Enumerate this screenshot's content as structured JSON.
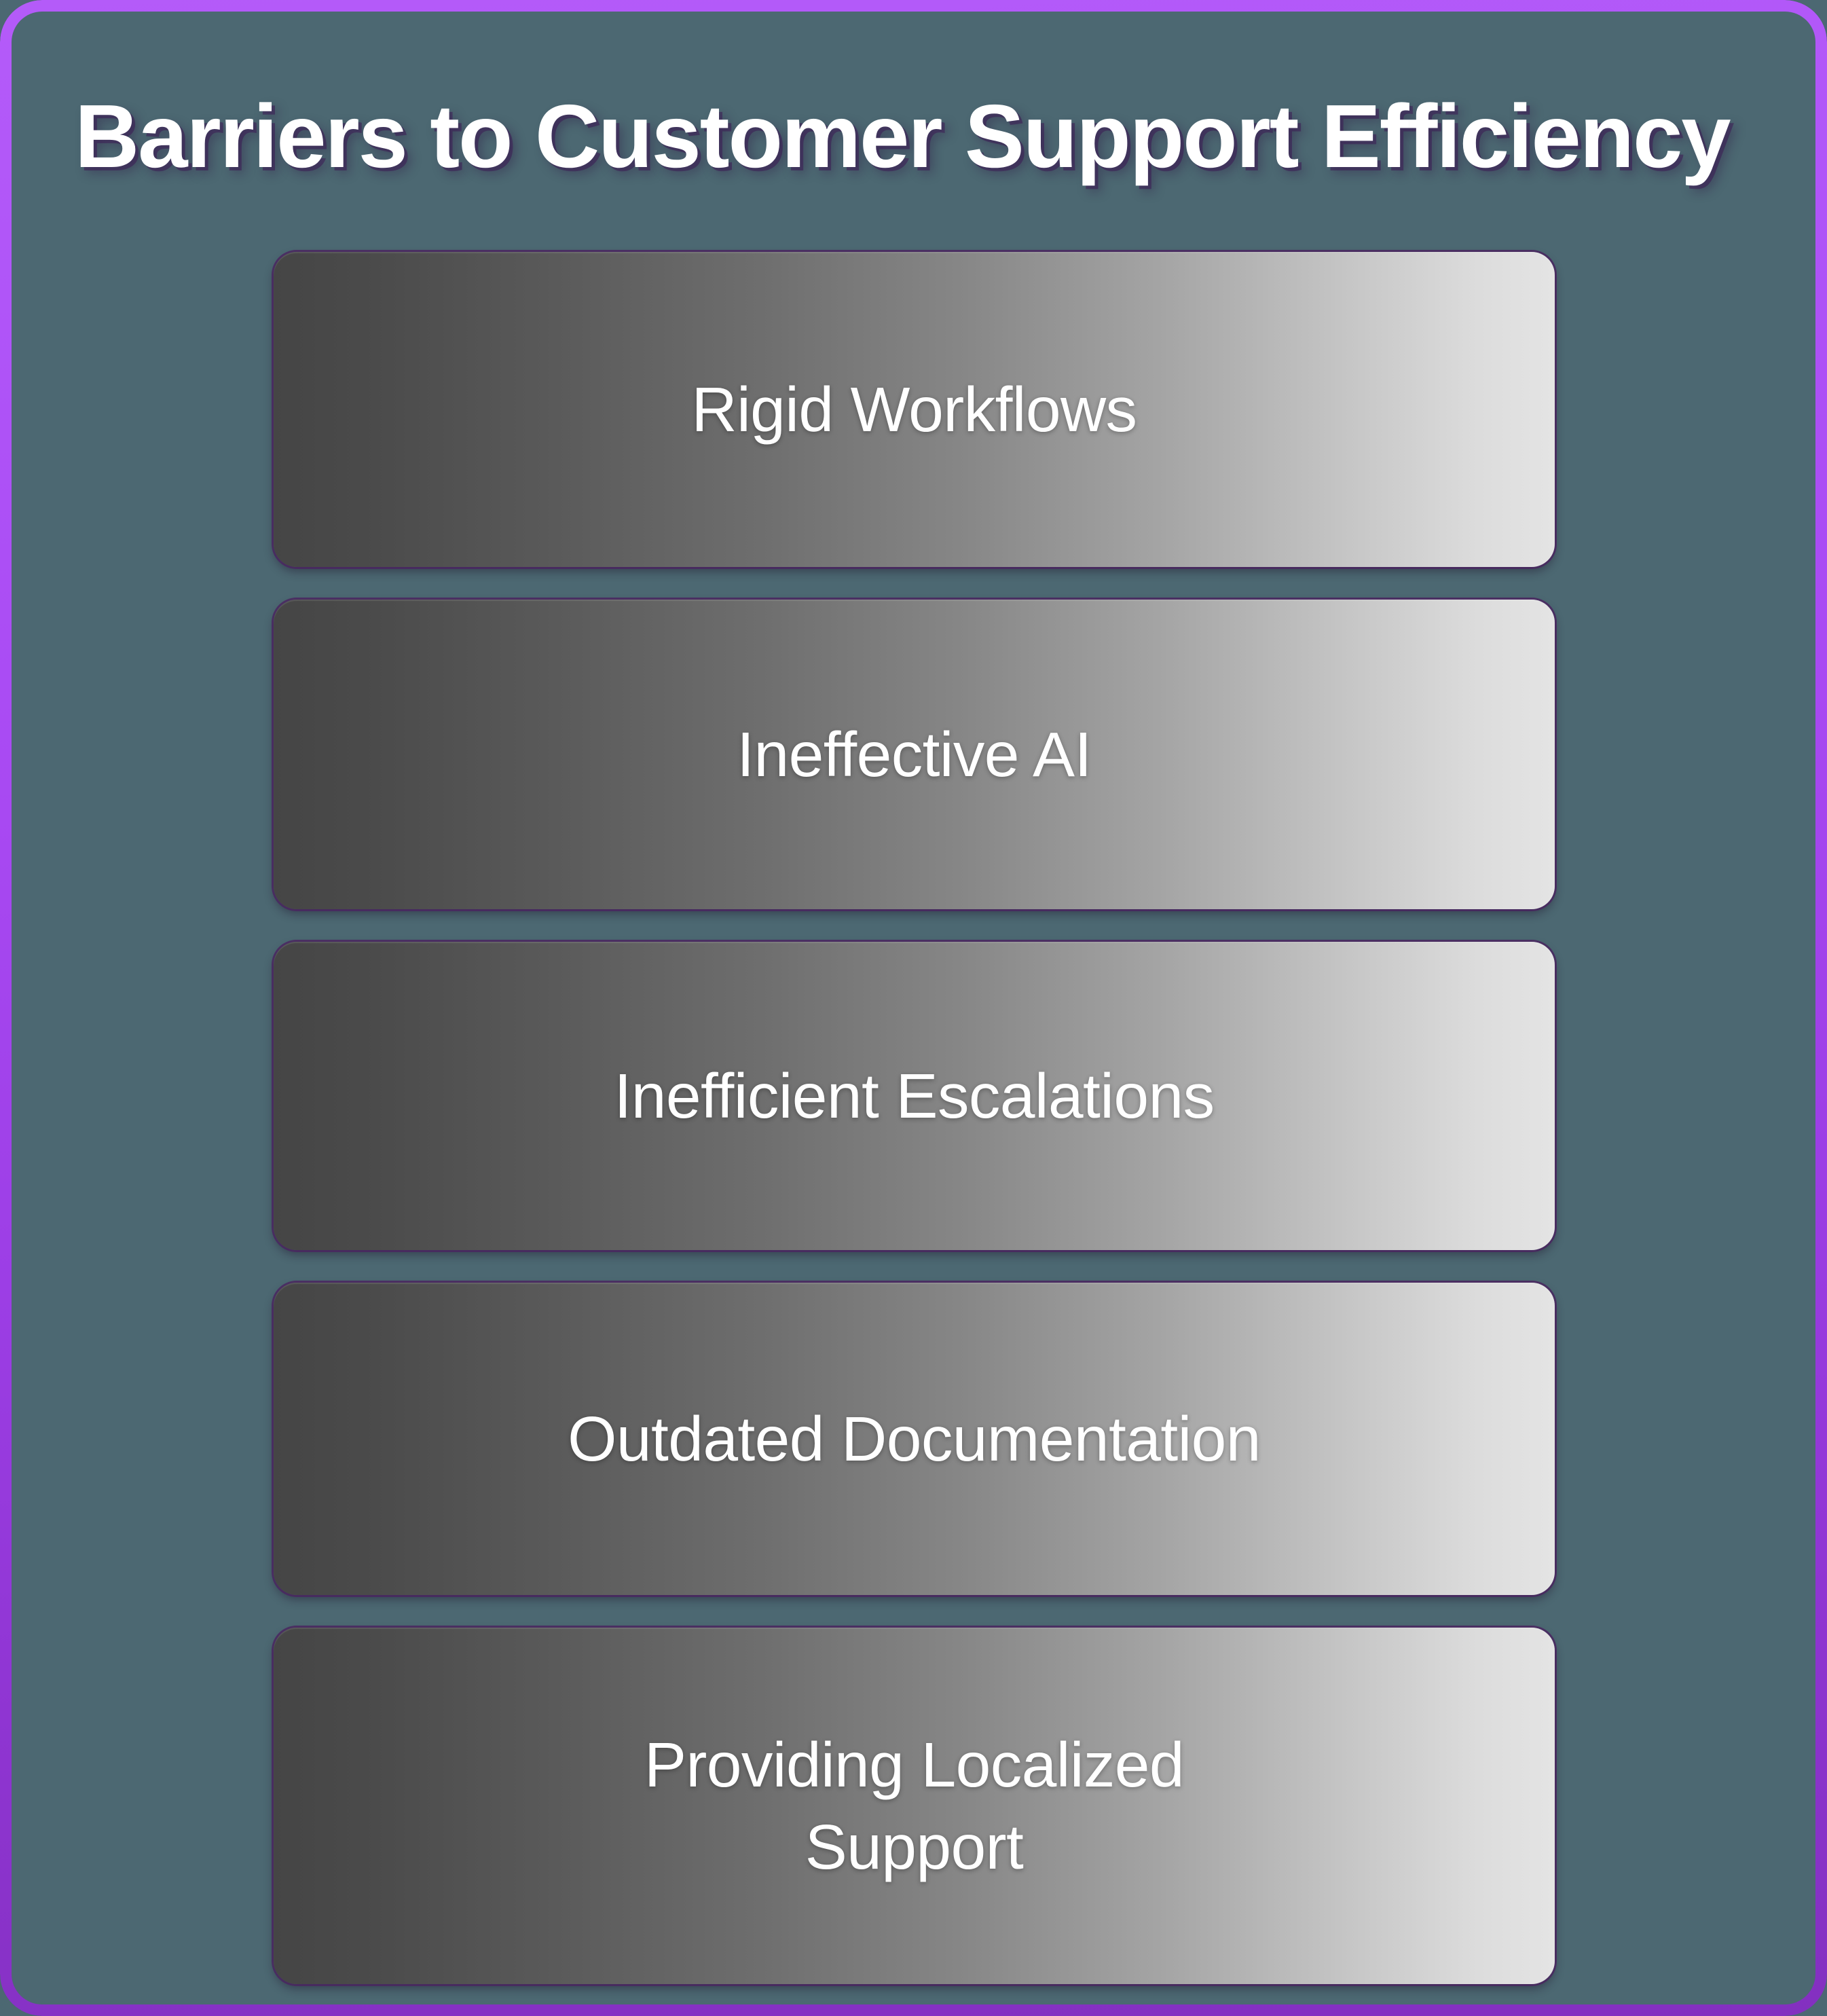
{
  "page": {
    "title": "Barriers to Customer Support Efficiency",
    "background_color": "#4c6872",
    "border_color_top": "#b45bf9",
    "border_color_bottom": "#8330c0"
  },
  "cards": [
    {
      "label": "Rigid Workflows",
      "gradient_from": "#454545",
      "gradient_to": "#e4e4e4"
    },
    {
      "label": "Ineffective AI",
      "gradient_from": "#454545",
      "gradient_to": "#e4e4e4"
    },
    {
      "label": "Inefficient Escalations",
      "gradient_from": "#454545",
      "gradient_to": "#e4e4e4"
    },
    {
      "label": "Outdated Documentation",
      "gradient_from": "#454545",
      "gradient_to": "#e4e4e4"
    },
    {
      "label": "Providing Localized Support",
      "gradient_from": "#454545",
      "gradient_to": "#e4e4e4"
    }
  ]
}
